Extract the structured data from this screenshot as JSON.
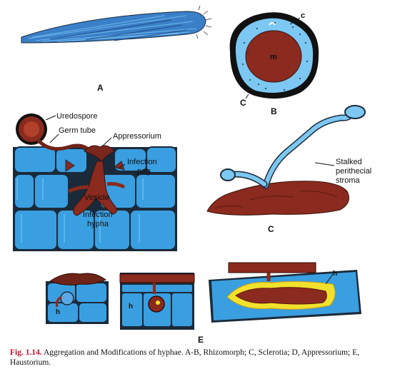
{
  "panels": {
    "a": {
      "letter": "A"
    },
    "b": {
      "letter": "B",
      "label_c": "c",
      "label_m": "m",
      "label_C": "C"
    },
    "c": {
      "letter": "C",
      "stroma_label_1": "Stalked",
      "stroma_label_2": "perithecial",
      "stroma_label_3": "stroma"
    },
    "d": {
      "uredospore": "Uredospore",
      "germ_tube": "Germ tube",
      "appressorium": "Appressorium",
      "infection_peg_1": "Infection",
      "infection_peg_2": "peg",
      "vesicle": "Vesicle",
      "infection_hypha_1": "Infection",
      "infection_hypha_2": "hypha"
    },
    "e": {
      "letter": "E",
      "h1": "h",
      "h2": "h",
      "h3": "h"
    }
  },
  "caption": {
    "figure_number": "Fig. 1.14.",
    "text": "Aggregation and Modifications of hyphae. A-B, Rhizomorph; C, Sclerotia; D, Appressorium; E, Haustorium."
  },
  "colors": {
    "blue": "#3a9fe0",
    "light_blue": "#7cc8f2",
    "dark_outline": "#1b2a3a",
    "maroon": "#8b2a1e",
    "yellow": "#f2e12c"
  }
}
